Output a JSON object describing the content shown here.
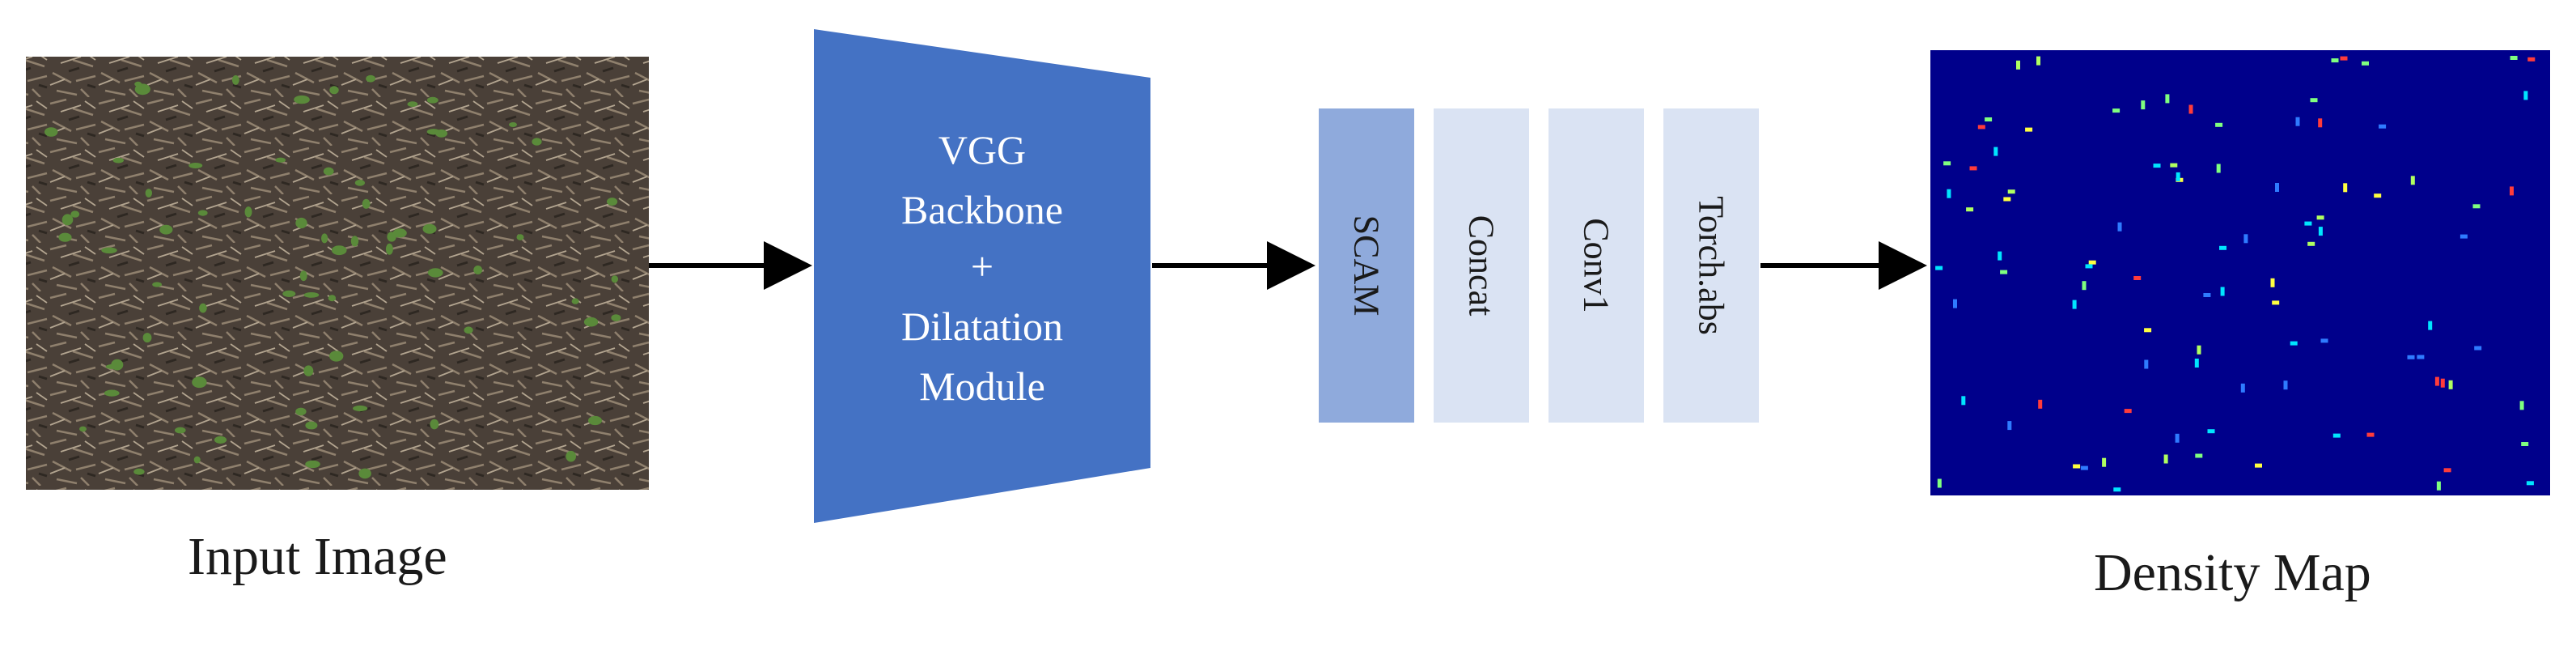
{
  "input": {
    "caption": "Input Image"
  },
  "backbone": {
    "lines": [
      "VGG",
      "Backbone",
      "+",
      "Dilatation",
      "Module"
    ],
    "color": "#4472c4"
  },
  "modules": [
    {
      "label": "SCAM",
      "color": "#8faadc"
    },
    {
      "label": "Concat",
      "color": "#dae3f3"
    },
    {
      "label": "Conv1",
      "color": "#dae3f3"
    },
    {
      "label": "Torch.abs",
      "color": "#dae3f3"
    }
  ],
  "output": {
    "caption": "Density Map",
    "background": "#00008b"
  },
  "colors": {
    "soil": "#4a4038",
    "straw": "#8f806d",
    "seedling": "#5a8a3a",
    "arrow": "#000000"
  }
}
